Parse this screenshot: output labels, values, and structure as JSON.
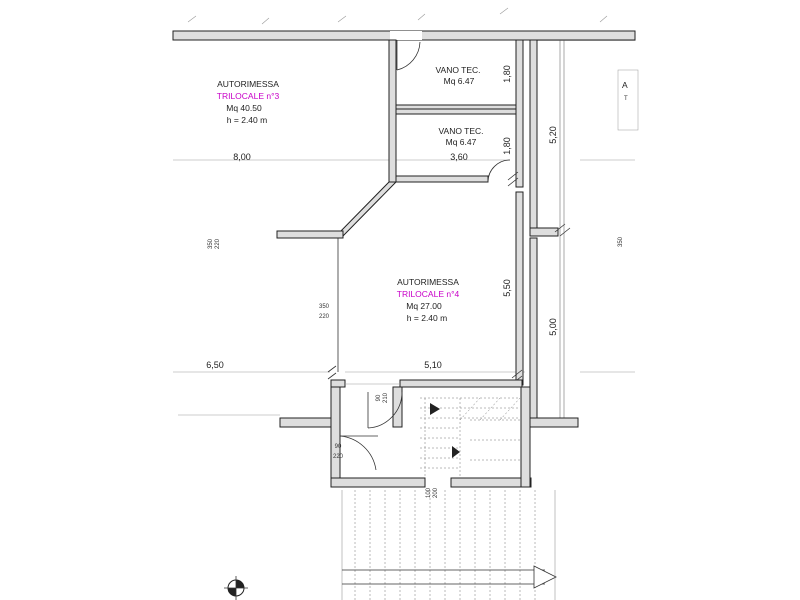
{
  "accent_color": "#c800c8",
  "rooms": {
    "garage3": {
      "title": "AUTORIMESSA",
      "subtitle": "TRILOCALE n°3",
      "area": "Mq 40.50",
      "height": "h = 2.40 m"
    },
    "garage4": {
      "title": "AUTORIMESSA",
      "subtitle": "TRILOCALE n°4",
      "area": "Mq 27.00",
      "height": "h = 2.40 m"
    },
    "tech1": {
      "title": "VANO TEC.",
      "area": "Mq 6.47"
    },
    "tech2": {
      "title": "VANO TEC.",
      "area": "Mq 6.47"
    },
    "partial_right": {
      "title": "A",
      "subtitle": "T"
    }
  },
  "dimensions": {
    "d_800": "8,00",
    "d_360": "3,60",
    "d_650": "6,50",
    "d_510": "5,10",
    "d_180a": "1,80",
    "d_180b": "1,80",
    "d_520": "5,20",
    "d_550": "5,50",
    "d_500": "5,00"
  },
  "openings": {
    "o_left": {
      "w": "350",
      "h": "220"
    },
    "o_center": {
      "w": "350",
      "h": "220"
    },
    "o_right": {
      "w": "350",
      "h": ""
    },
    "door_90_210": {
      "w": "90",
      "h": "210"
    },
    "door_90_220": {
      "w": "90",
      "h": "220"
    },
    "door_100": {
      "w": "100",
      "h": "200"
    }
  }
}
